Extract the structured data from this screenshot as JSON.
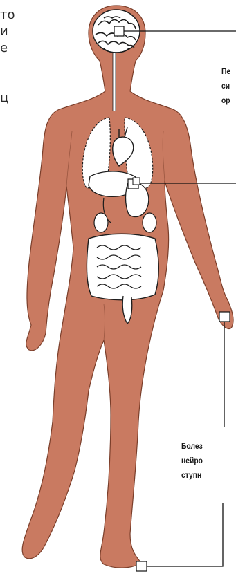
{
  "diagram": {
    "left_text_fragment": "то\nи\nе\n\n\nц",
    "callout_top": "Пе\nси\nор",
    "callout_foot": "Болез\nнейро\nступн"
  },
  "colors": {
    "body_skin": "#c97a61",
    "outline": "#7a3e2a",
    "organs_fill": "#ffffff",
    "organs_line": "#1c1c1c",
    "leader_line": "#111111"
  }
}
